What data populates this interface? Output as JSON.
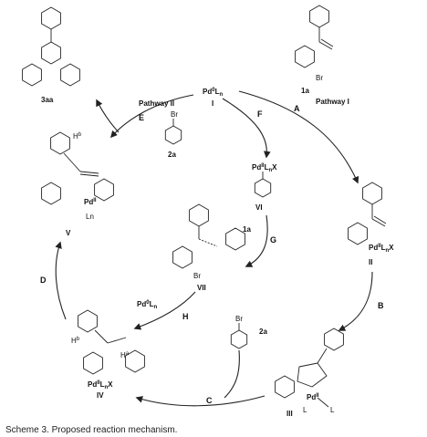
{
  "catalyst": {
    "label": "I"
  },
  "pathways": {
    "one": "Pathway I",
    "two": "Pathway II"
  },
  "steps": {
    "A": "A",
    "B": "B",
    "C": "C",
    "D": "D",
    "E": "E",
    "F": "F",
    "G": "G",
    "H": "H"
  },
  "reagents": {
    "sub1a_g": "1a",
    "sub1a_a": "1a",
    "sub2a_f": "2a",
    "sub2a_c": "2a"
  },
  "intermediates": {
    "II": "II",
    "III": "III",
    "IV": "IV",
    "V": "V",
    "VI": "VI",
    "VII": "VII"
  },
  "product": {
    "label": "3aa"
  },
  "atoms": {
    "br": "Br",
    "x": "X",
    "ln": "Ln",
    "l": "L",
    "hb": "H",
    "hb_sup": "b",
    "ha": "H",
    "ha_sup": "a"
  },
  "caption": "Scheme 3. Proposed reaction mechanism."
}
